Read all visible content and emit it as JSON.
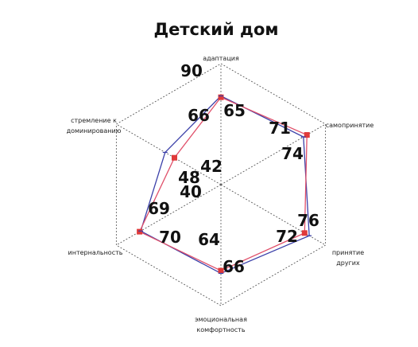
{
  "chart_data": {
    "type": "radar",
    "title": "Детский дом",
    "axes": [
      "адаптация",
      "самопринятие",
      "принятие других",
      "эмоциональная комфортность",
      "интернальность",
      "стремление к доминированию"
    ],
    "axis_max_label": "90",
    "range": [
      0,
      90
    ],
    "grid": true,
    "series": [
      {
        "values": [
          66,
          71,
          76,
          66,
          69,
          48
        ],
        "color": "#3a3fa8"
      },
      {
        "values": [
          65,
          74,
          72,
          64,
          70,
          40
        ],
        "color": "#e0506a"
      }
    ],
    "series_b_marker_color": "#e03a3a",
    "data_labels": [
      {
        "axis": 0,
        "text": "66"
      },
      {
        "axis": 0,
        "text": "65"
      },
      {
        "axis": 1,
        "text": "71"
      },
      {
        "axis": 1,
        "text": "74"
      },
      {
        "axis": 2,
        "text": "76"
      },
      {
        "axis": 2,
        "text": "72"
      },
      {
        "axis": 3,
        "text": "64"
      },
      {
        "axis": 3,
        "text": "66"
      },
      {
        "axis": 4,
        "text": "69"
      },
      {
        "axis": 4,
        "text": "70"
      },
      {
        "axis": 5,
        "text": "48"
      },
      {
        "axis": 5,
        "text": "40"
      },
      {
        "axis": 5,
        "text": "42"
      }
    ]
  }
}
